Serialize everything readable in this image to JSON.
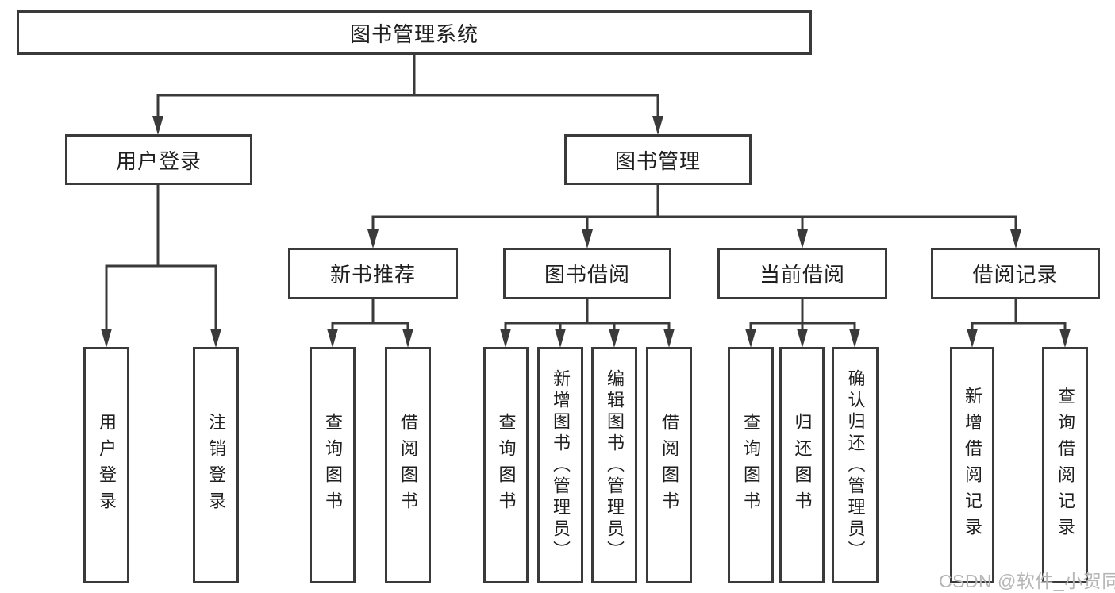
{
  "colors": {
    "line": "#3a3a3a",
    "background": "#ffffff",
    "text": "#1f1f1f",
    "watermark": "#b6b6b6"
  },
  "watermark": "CSDN @软件_小贺同学",
  "diagram": {
    "title": "图书管理系统",
    "branches": [
      {
        "label": "用户登录",
        "children": [
          "用户登录",
          "注销登录"
        ]
      },
      {
        "label": "图书管理",
        "groups": [
          {
            "label": "新书推荐",
            "children": [
              "查询图书",
              "借阅图书"
            ]
          },
          {
            "label": "图书借阅",
            "children": [
              "查询图书",
              "新增图书（管理员）",
              "编辑图书（管理员）",
              "借阅图书"
            ]
          },
          {
            "label": "当前借阅",
            "children": [
              "查询图书",
              "归还图书",
              "确认归还（管理员）"
            ]
          },
          {
            "label": "借阅记录",
            "children": [
              "新增借阅记录",
              "查询借阅记录"
            ]
          }
        ]
      }
    ]
  }
}
